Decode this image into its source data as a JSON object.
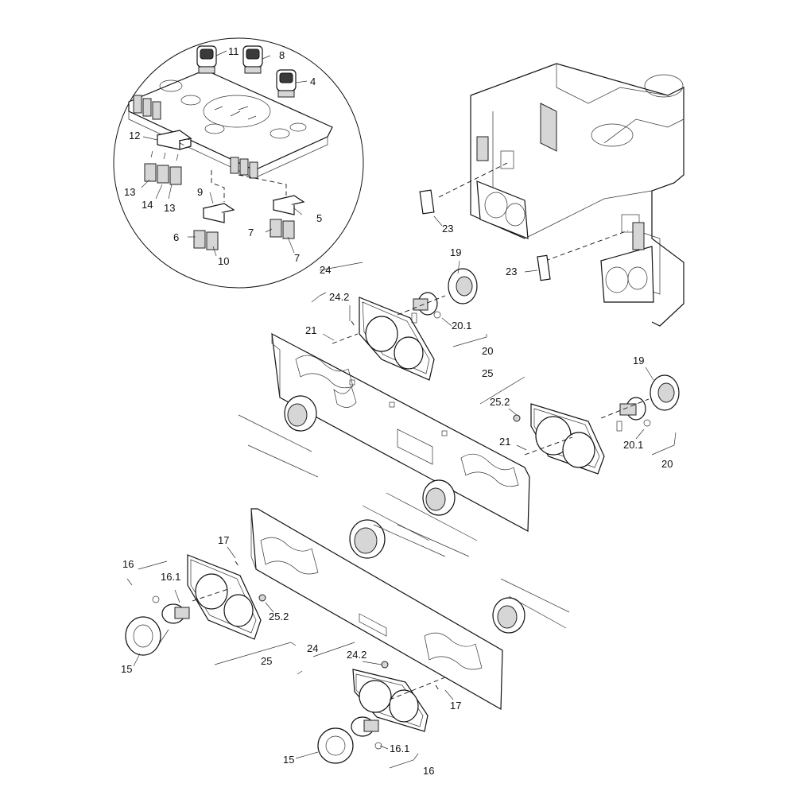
{
  "callouts": {
    "c11": "11",
    "c8": "8",
    "c4": "4",
    "c12": "12",
    "c13a": "13",
    "c14": "14",
    "c13b": "13",
    "c9": "9",
    "c5": "5",
    "c6": "6",
    "c10": "10",
    "c7a": "7",
    "c7b": "7",
    "c23a": "23",
    "c23b": "23",
    "c19a": "19",
    "c24a": "24",
    "c24_2a": "24.2",
    "c21a": "21",
    "c20_1a": "20.1",
    "c20a": "20",
    "c25a": "25",
    "c19b": "19",
    "c25_2a": "25.2",
    "c21b": "21",
    "c20_1b": "20.1",
    "c20b": "20",
    "c16a": "16",
    "c17a": "17",
    "c16_1a": "16.1",
    "c25_2b": "25.2",
    "c15a": "15",
    "c25b": "25",
    "c24b": "24",
    "c24_2b": "24.2",
    "c17b": "17",
    "c15b": "15",
    "c16_1b": "16.1",
    "c16b": "16"
  }
}
